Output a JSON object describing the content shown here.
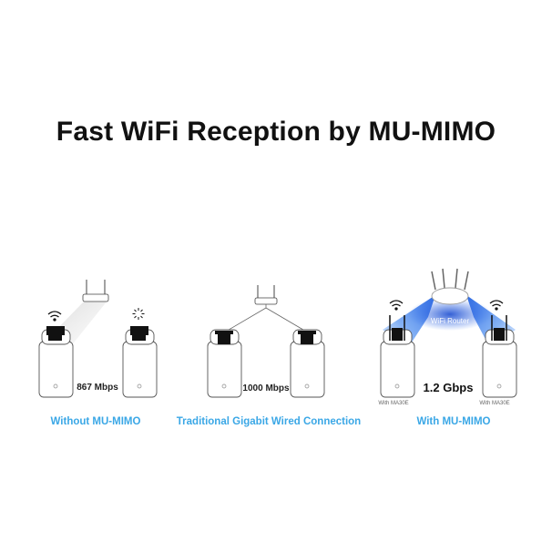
{
  "title": "Fast WiFi Reception by MU-MIMO",
  "panels": [
    {
      "label": "Without MU-MIMO",
      "speed": "867 Mbps"
    },
    {
      "label": "Traditional Gigabit Wired Connection",
      "speed": "1000 Mbps"
    },
    {
      "label": "With MU-MIMO",
      "speed": "1.2 Gbps",
      "router_label": "WiFi Router",
      "device_label": "With MA30E"
    }
  ],
  "colors": {
    "accent": "#3aa7e6",
    "beam": "#2f6fe0"
  }
}
